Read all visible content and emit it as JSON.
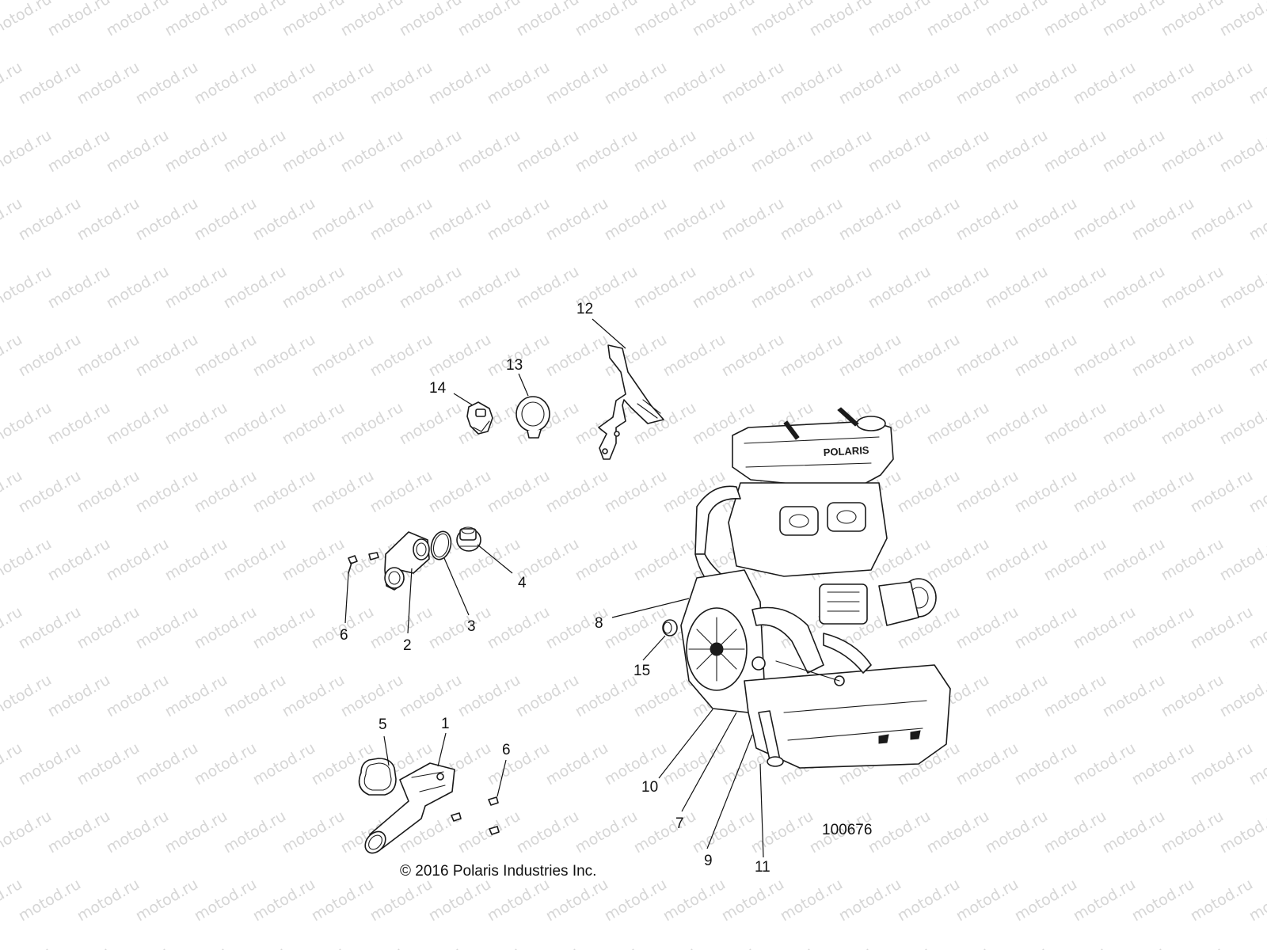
{
  "watermark": {
    "text": "motod.ru"
  },
  "callouts": [
    {
      "id": "c1",
      "label": "1"
    },
    {
      "id": "c2",
      "label": "2"
    },
    {
      "id": "c3",
      "label": "3"
    },
    {
      "id": "c4",
      "label": "4"
    },
    {
      "id": "c5",
      "label": "5"
    },
    {
      "id": "c6a",
      "label": "6"
    },
    {
      "id": "c6b",
      "label": "6"
    },
    {
      "id": "c7",
      "label": "7"
    },
    {
      "id": "c8",
      "label": "8"
    },
    {
      "id": "c9",
      "label": "9"
    },
    {
      "id": "c10",
      "label": "10"
    },
    {
      "id": "c11",
      "label": "11"
    },
    {
      "id": "c12",
      "label": "12"
    },
    {
      "id": "c13",
      "label": "13"
    },
    {
      "id": "c14",
      "label": "14"
    },
    {
      "id": "c15",
      "label": "15"
    }
  ],
  "figure_id": "100676",
  "copyright": "© 2016 Polaris Industries Inc.",
  "engine_brand_mark": "POLARIS"
}
